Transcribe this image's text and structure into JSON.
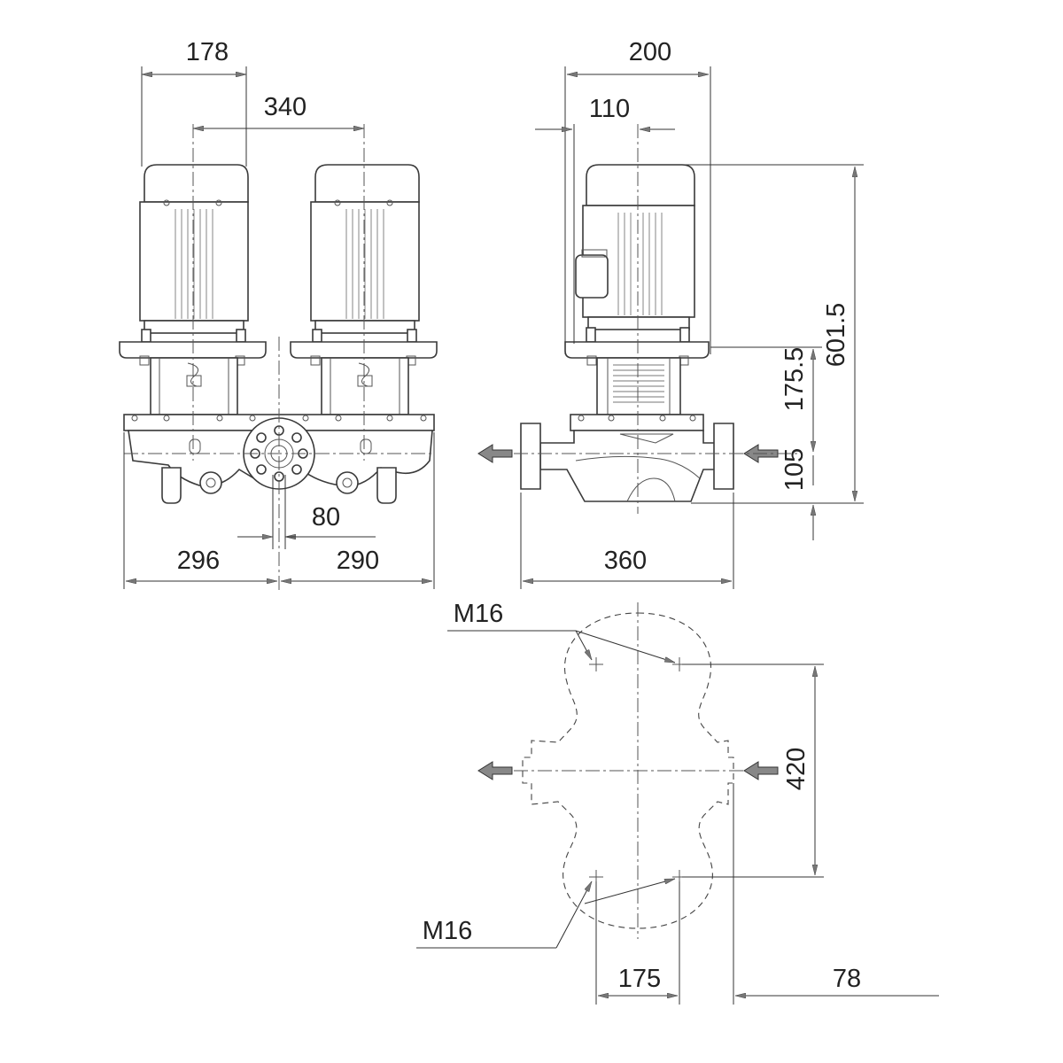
{
  "dimensions": {
    "motor_width": "178",
    "motor_spacing": "340",
    "flange_width": "200",
    "motor_offset": "110",
    "total_height": "601.5",
    "inlet_to_base": "175.5",
    "axis_height": "105",
    "port_diameter": "80",
    "left_length": "296",
    "right_length": "290",
    "port_to_port": "360",
    "bolt_spacing_y": "420",
    "bolt_spacing_x": "175",
    "bolt_offset": "78"
  },
  "thread_labels": {
    "top": "M16",
    "bottom": "M16"
  },
  "colors": {
    "line": "#3a3a3a",
    "arrow_fill": "#888888"
  }
}
